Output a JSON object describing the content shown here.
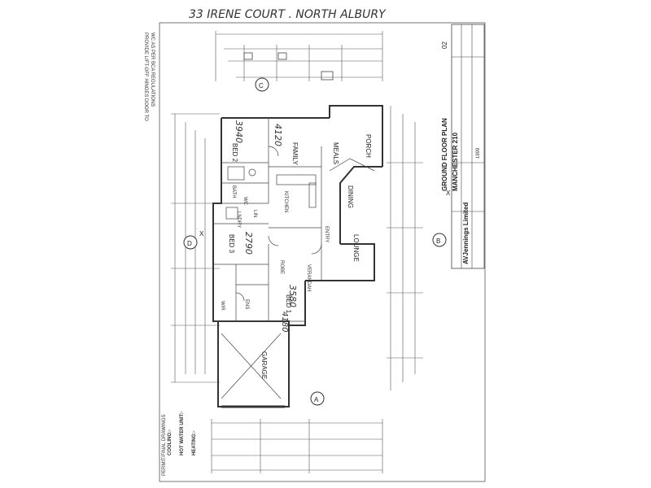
{
  "header": {
    "address": "33 IRENE COURT . NORTH ALBURY"
  },
  "rooms": {
    "bed2": "BED 2",
    "family": "FAMILY",
    "meals": "MEALS",
    "porch": "PORCH",
    "bath": "BATH",
    "kitchen": "KITCHEN",
    "lndry": "LNDRY",
    "dining": "DINING",
    "entry": "ENTRY",
    "lounge": "LOUNGE",
    "bed3": "BED 3",
    "bed1": "BED 1",
    "ens": "ENS",
    "wir": "WIR",
    "verandah": "VERANDAH",
    "garage": "GARAGE",
    "wc": "WC",
    "linen": "LIN",
    "robe": "ROBE"
  },
  "handwritten": {
    "m1": "3940",
    "m2": "4120",
    "m3": "2790",
    "m4": "3580",
    "m5": "4180"
  },
  "markers": {
    "a": "A",
    "b": "B",
    "c": "C",
    "d": "D",
    "x": "X"
  },
  "title_block": {
    "title": "GROUND FLOOR PLAN",
    "model": "MANCHESTER 210",
    "builder": "AVJennings Limited",
    "sheet_no": "02",
    "year": "1999"
  },
  "side_note": {
    "line1": "PROVIDE LIFT-OFF HINGES DOOR TO",
    "line2": "WC AS PER BCA REGULATIONS"
  },
  "left_margin": "PERMIT/FINAL DRAWINGS",
  "notes": {
    "cooling": "COOLING:-",
    "hot_water": "HOT WATER UNIT:-",
    "heating": "HEATING:-"
  }
}
